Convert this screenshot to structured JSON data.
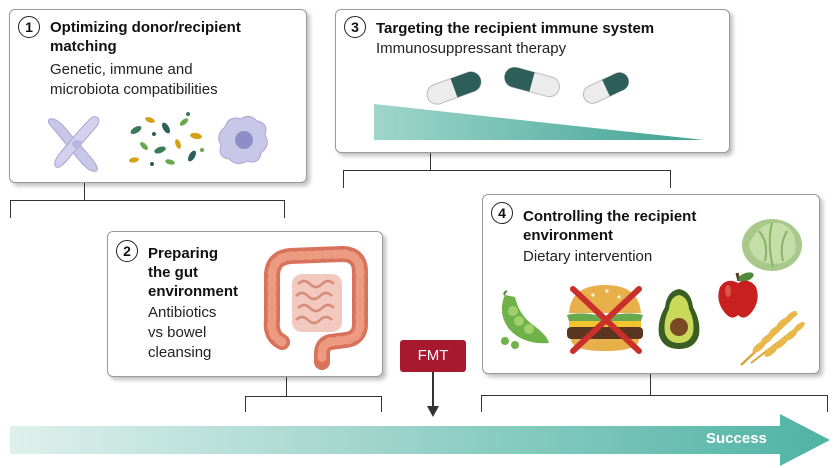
{
  "steps": [
    {
      "number": "1",
      "title": "Optimizing donor/recipient matching",
      "title_lines": [
        "Optimizing donor/recipient",
        "matching"
      ],
      "subtitle_lines": [
        "Genetic, immune and",
        "microbiota compatibilities"
      ]
    },
    {
      "number": "2",
      "title_lines": [
        "Preparing",
        "the gut",
        "environment"
      ],
      "subtitle_lines": [
        "Antibiotics",
        "vs bowel",
        "cleansing"
      ]
    },
    {
      "number": "3",
      "title": "Targeting the recipient immune system",
      "subtitle": "Immunosuppressant therapy"
    },
    {
      "number": "4",
      "title_lines": [
        "Controlling the recipient",
        "environment"
      ],
      "subtitle": "Dietary intervention"
    }
  ],
  "fmt_label": "FMT",
  "arrow_label": "Success",
  "colors": {
    "teal_light": "#dff0ec",
    "teal_dark": "#4fb3a4",
    "fmt_red": "#a8192e",
    "capsule_green": "#2e5e5a",
    "cross_red": "#c9302c"
  }
}
